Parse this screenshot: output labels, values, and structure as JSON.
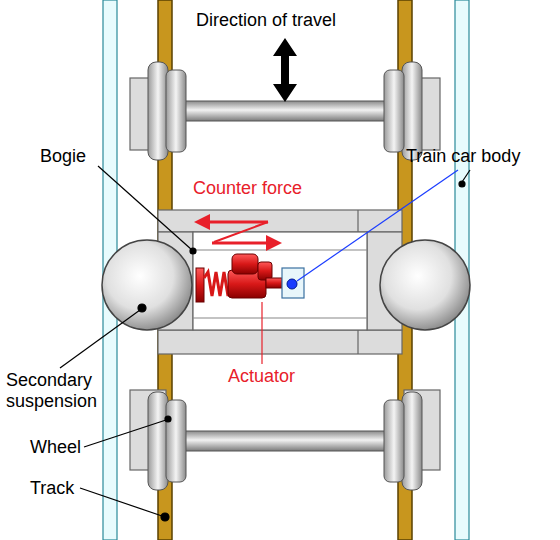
{
  "diagram": {
    "labels": [
      "Direction of travel",
      "Bogie",
      "Counter force",
      "Train car body",
      "Actuator",
      "Secondary suspension",
      "Wheel",
      "Track"
    ]
  }
}
